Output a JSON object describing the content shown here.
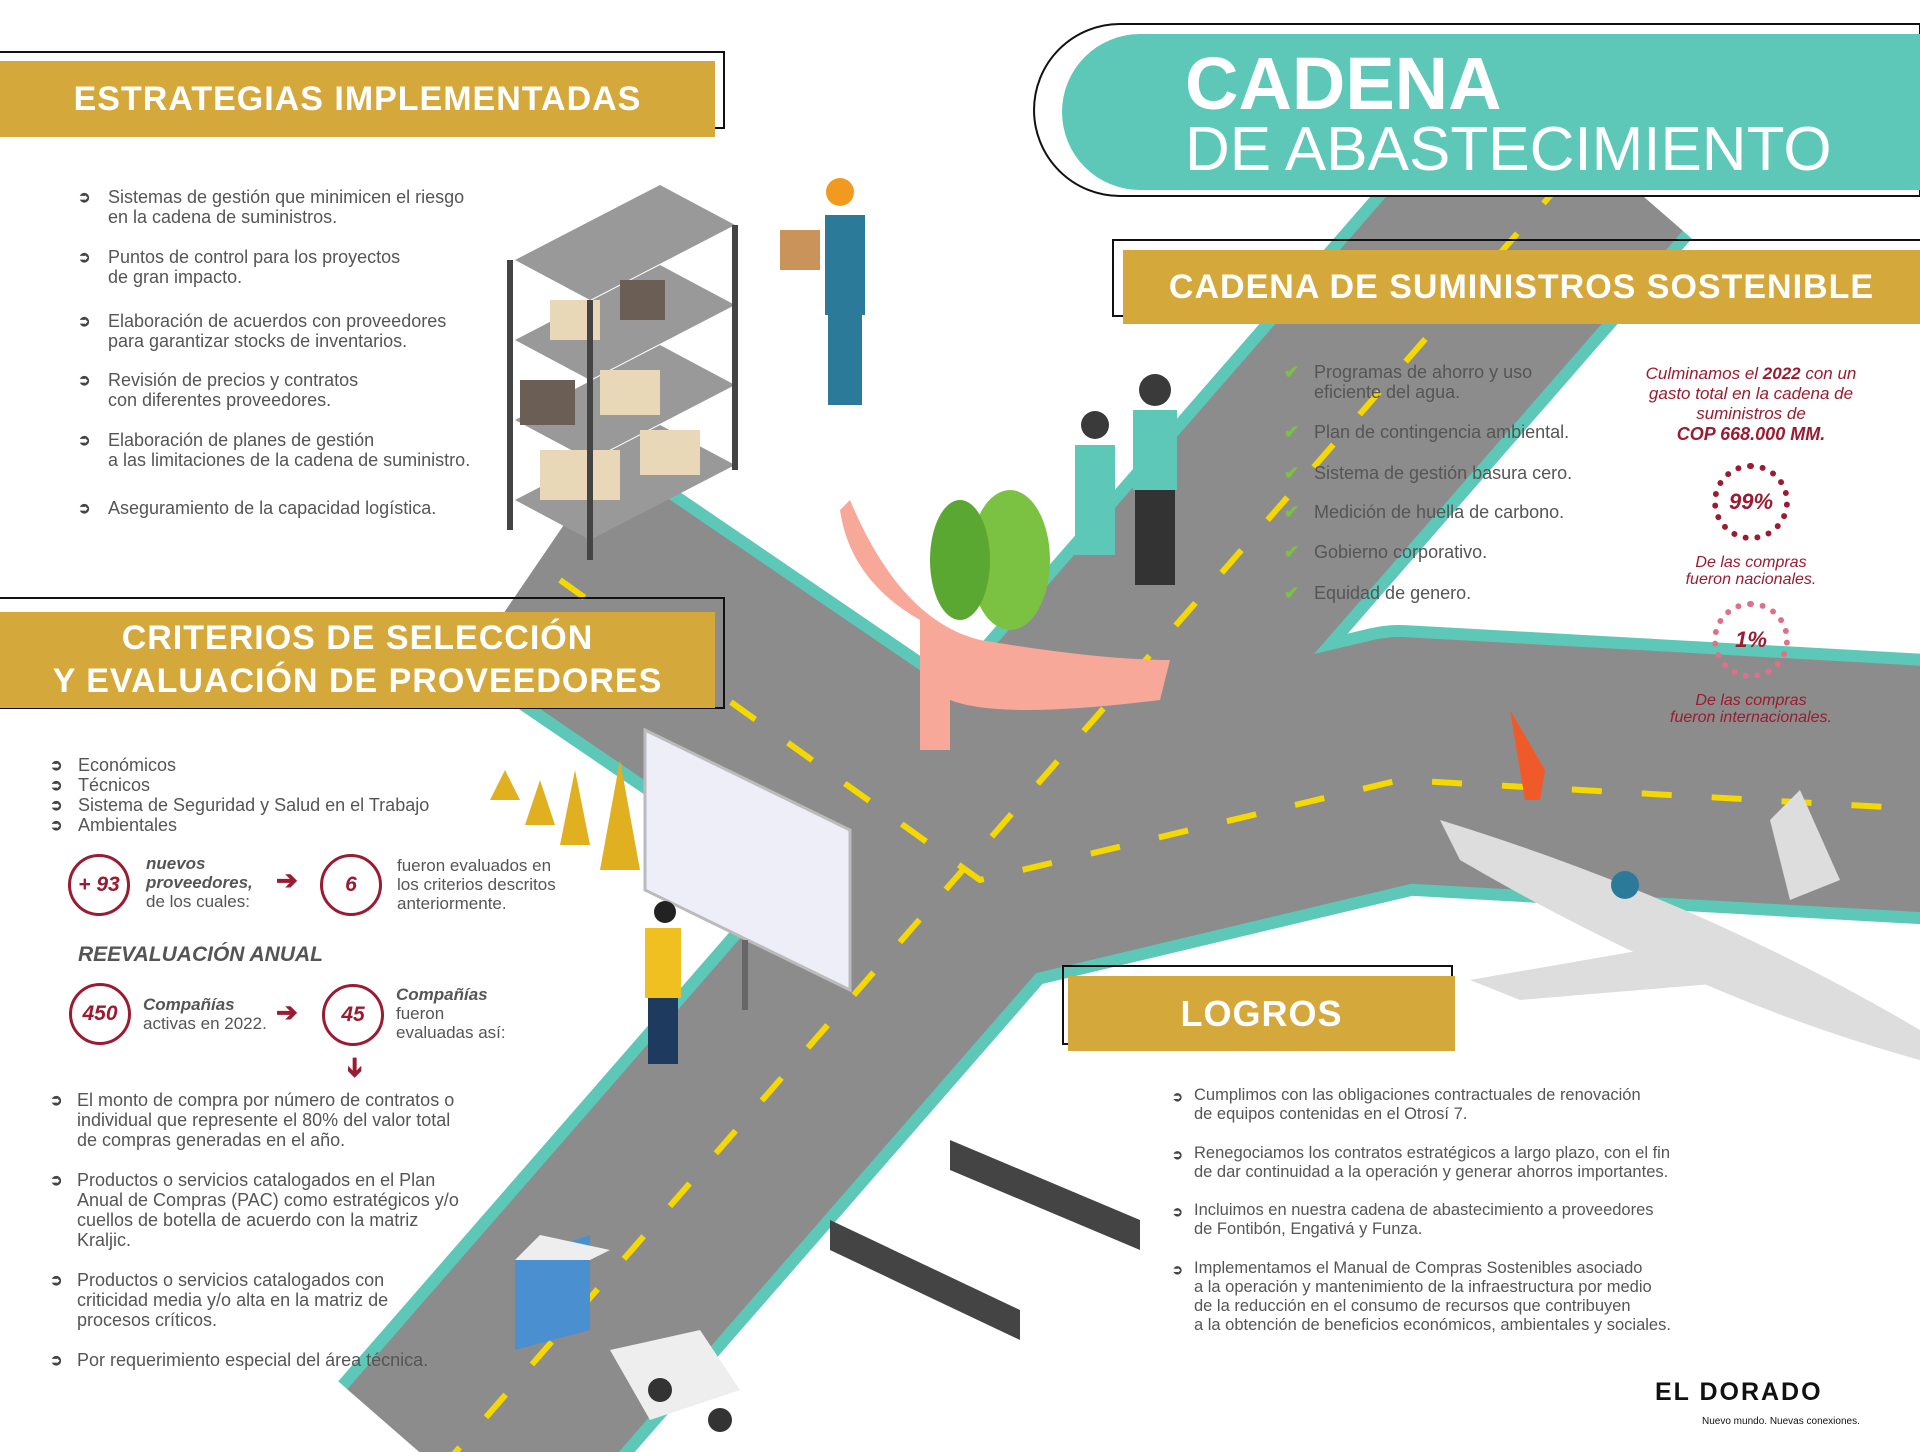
{
  "title": {
    "line1": "CADENA",
    "line2": "DE ABASTECIMIENTO"
  },
  "estrategias": {
    "heading": "ESTRATEGIAS IMPLEMENTADAS",
    "items": [
      {
        "l1": "Sistemas de gestión que minimicen el riesgo",
        "l2": "en la cadena de suministros."
      },
      {
        "l1": "Puntos de control para los proyectos",
        "l2": "de gran impacto."
      },
      {
        "l1": "Elaboración de acuerdos con proveedores",
        "l2": "para garantizar stocks de inventarios."
      },
      {
        "l1": "Revisión de precios y contratos",
        "l2": "con diferentes proveedores."
      },
      {
        "l1": "Elaboración de planes de gestión",
        "l2": "a las limitaciones de la cadena de suministro."
      },
      {
        "l1": "Aseguramiento de la capacidad logística.",
        "l2": ""
      }
    ]
  },
  "sostenible": {
    "heading": "CADENA DE SUMINISTROS SOSTENIBLE",
    "items": [
      {
        "l1": "Programas de ahorro y uso",
        "l2": "eficiente del agua."
      },
      {
        "l1": "Plan de contingencia ambiental.",
        "l2": ""
      },
      {
        "l1": "Sistema de gestión basura cero.",
        "l2": ""
      },
      {
        "l1": "Medición de huella de carbono.",
        "l2": ""
      },
      {
        "l1": "Gobierno corporativo.",
        "l2": ""
      },
      {
        "l1": "Equidad de genero.",
        "l2": ""
      }
    ],
    "summary": {
      "pre": "Culminamos el ",
      "year": "2022",
      "post": " con un gasto total en la cadena de suministros de",
      "amount": "COP 668.000 MM."
    },
    "stats": [
      {
        "value": "99%",
        "fraction": 0.99,
        "l1": "De las compras",
        "l2": "fueron nacionales."
      },
      {
        "value": "1%",
        "fraction": 0.01,
        "l1": "De las compras",
        "l2": "fueron internacionales."
      }
    ]
  },
  "criterios": {
    "heading1": "CRITERIOS DE SELECCIÓN",
    "heading2": "Y EVALUACIÓN DE PROVEEDORES",
    "types": [
      "Económicos",
      "Técnicos",
      "Sistema de Seguridad y Salud en el Trabajo",
      "Ambientales"
    ],
    "new": {
      "count": "+ 93",
      "bold1": "nuevos",
      "bold2": "proveedores,",
      "rest": "de los cuales:",
      "evaluated": "6",
      "e1": "fueron evaluados en",
      "e2": "los criterios descritos",
      "e3": "anteriormente."
    },
    "reeval_title": "REEVALUACIÓN ANUAL",
    "reeval": {
      "count": "450",
      "bold": "Compañías",
      "rest": "activas en 2022.",
      "evaluated": "45",
      "ebold": "Compañías",
      "e1": "fueron",
      "e2": "evaluadas así:"
    },
    "rules": [
      {
        "lines": [
          "El monto de compra por número de contratos o",
          "individual que represente el 80% del valor total",
          "de compras generadas en el año."
        ]
      },
      {
        "lines": [
          "Productos o servicios catalogados en el Plan",
          "Anual de Compras (PAC) como estratégicos y/o",
          "cuellos de botella de acuerdo con la matriz",
          "Kraljic."
        ]
      },
      {
        "lines": [
          "Productos o servicios catalogados con",
          "criticidad media y/o alta en la matriz de",
          "procesos críticos."
        ]
      },
      {
        "lines": [
          "Por requerimiento especial del área técnica."
        ]
      }
    ]
  },
  "logros": {
    "heading": "LOGROS",
    "items": [
      {
        "lines": [
          "Cumplimos con las obligaciones contractuales de renovación",
          "de equipos contenidas en el Otrosí 7."
        ]
      },
      {
        "lines": [
          "Renegociamos los contratos estratégicos a largo plazo, con el fin",
          "de dar continuidad a la operación y generar ahorros importantes."
        ]
      },
      {
        "lines": [
          "Incluimos en nuestra cadena de abastecimiento a proveedores",
          "de Fontibón, Engativá y Funza."
        ]
      },
      {
        "lines": [
          "Implementamos el Manual de Compras Sostenibles asociado",
          "a la operación y mantenimiento de la infraestructura por medio",
          "de la reducción en el consumo de recursos que contribuyen",
          "a la obtención de beneficios económicos, ambientales y sociales."
        ]
      }
    ]
  },
  "logo": {
    "name": "EL DORADO",
    "tagline": "Nuevo mundo. Nuevas conexiones."
  },
  "colors": {
    "gold": "#d4a83a",
    "teal": "#5ec8b8",
    "red": "#9b1b30",
    "road": "#8c8c8c"
  }
}
